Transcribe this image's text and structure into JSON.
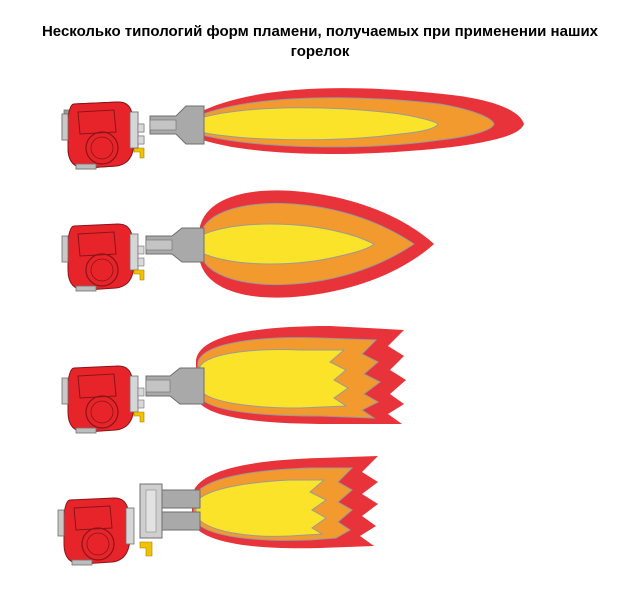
{
  "title": {
    "line1": "Несколько типологий форм пламени, получаемых  при  применении наших",
    "line2": "горелок"
  },
  "flame_types": [
    {
      "shape": "long-narrow"
    },
    {
      "shape": "short-bulbous"
    },
    {
      "shape": "wide-jagged"
    },
    {
      "shape": "wide-jagged-two-stage"
    }
  ],
  "colors": {
    "burner_body": "#e8242b",
    "burner_dark": "#b81a20",
    "nozzle": "#a9a9a9",
    "nozzle_dark": "#7d7d7d",
    "flame_outer": "#e8333a",
    "flame_middle": "#f39a2f",
    "flame_inner": "#fbe32a",
    "flame_outline": "#9a9a9a",
    "fitting": "#f2c200"
  }
}
